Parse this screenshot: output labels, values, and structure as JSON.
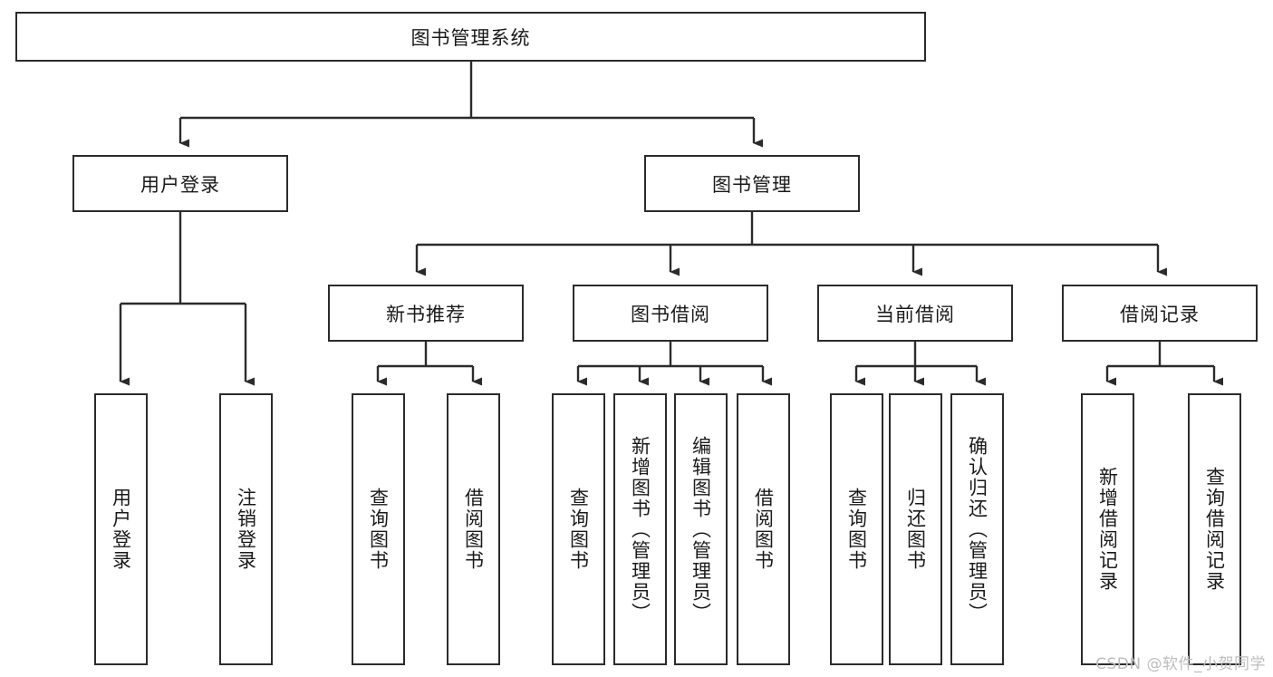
{
  "diagram": {
    "title": "图书管理系统",
    "type": "hierarchy-tree",
    "watermark": "CSDN @软件_小贺同学",
    "colors": {
      "border": "#2b2b2b",
      "background": "#ffffff",
      "text": "#1a1a1a",
      "watermark": "#bdbdbd"
    },
    "nodes": {
      "root": {
        "label": "图书管理系统"
      },
      "level2": [
        {
          "id": "user-login",
          "label": "用户登录"
        },
        {
          "id": "book-management",
          "label": "图书管理"
        }
      ],
      "level3": [
        {
          "id": "new-book-recommend",
          "label": "新书推荐"
        },
        {
          "id": "book-borrow",
          "label": "图书借阅"
        },
        {
          "id": "current-borrow",
          "label": "当前借阅"
        },
        {
          "id": "borrow-record",
          "label": "借阅记录"
        }
      ],
      "leaves": {
        "user-login": [
          {
            "id": "leaf-user-login",
            "label": "用户登录"
          },
          {
            "id": "leaf-logout-login",
            "label": "注销登录"
          }
        ],
        "new-book-recommend": [
          {
            "id": "leaf-query-book-1",
            "label": "查询图书"
          },
          {
            "id": "leaf-borrow-book-1",
            "label": "借阅图书"
          }
        ],
        "book-borrow": [
          {
            "id": "leaf-query-book-2",
            "label": "查询图书"
          },
          {
            "id": "leaf-add-book",
            "label": "新增图书（管理员）"
          },
          {
            "id": "leaf-edit-book",
            "label": "编辑图书（管理员）"
          },
          {
            "id": "leaf-borrow-book-2",
            "label": "借阅图书"
          }
        ],
        "current-borrow": [
          {
            "id": "leaf-query-book-3",
            "label": "查询图书"
          },
          {
            "id": "leaf-return-book",
            "label": "归还图书"
          },
          {
            "id": "leaf-confirm-return",
            "label": "确认归还（管理员）"
          }
        ],
        "borrow-record": [
          {
            "id": "leaf-add-borrow-record",
            "label": "新增借阅记录"
          },
          {
            "id": "leaf-query-borrow-record",
            "label": "查询借阅记录"
          }
        ]
      }
    }
  }
}
